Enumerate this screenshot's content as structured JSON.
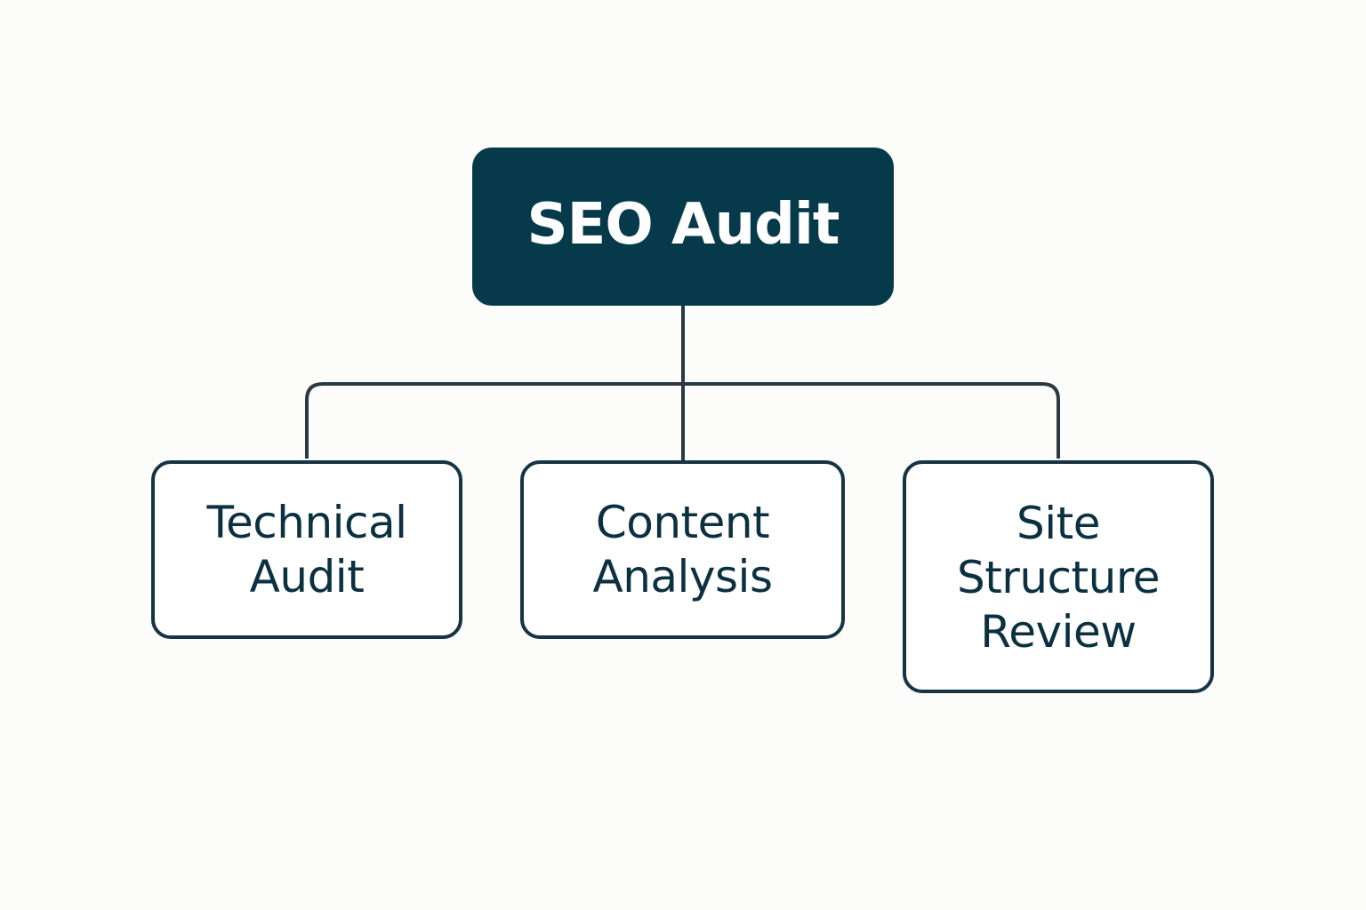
{
  "diagram": {
    "root": {
      "label": "SEO Audit"
    },
    "children": [
      {
        "label": "Technical\nAudit"
      },
      {
        "label": "Content\nAnalysis"
      },
      {
        "label": "Site\nStructure\nReview"
      }
    ],
    "colors": {
      "root_fill": "#063a4b",
      "root_text": "#ffffff",
      "child_border": "#163443",
      "child_text": "#0b3040",
      "connector": "#2b3a42",
      "background": "#fcfcfa"
    }
  }
}
